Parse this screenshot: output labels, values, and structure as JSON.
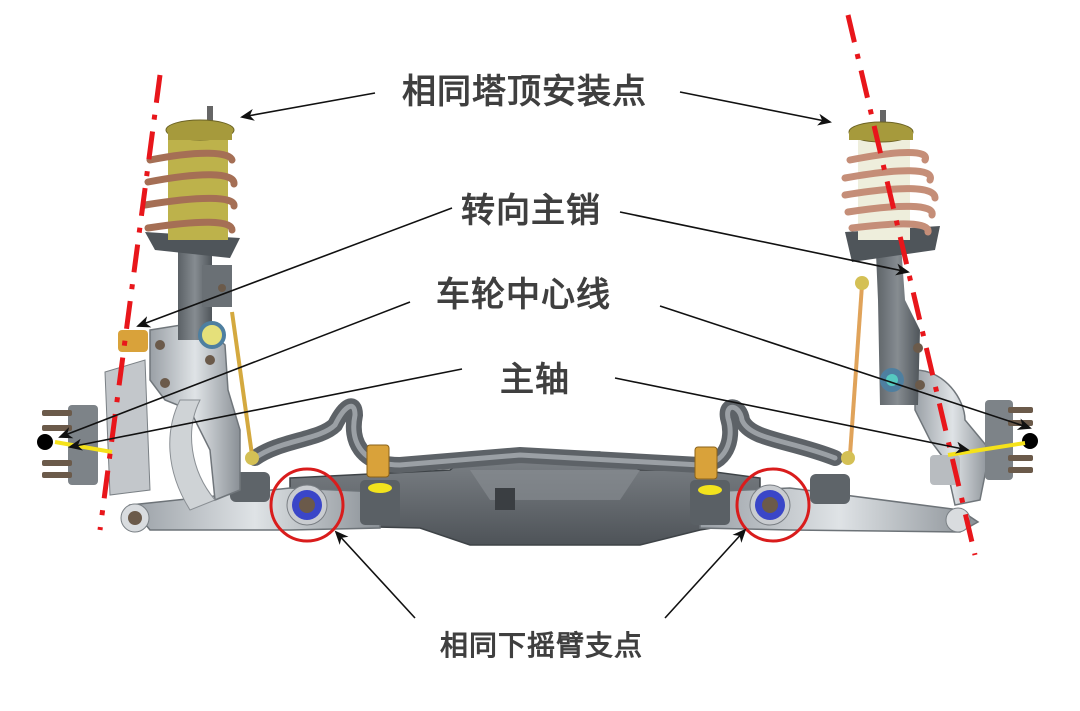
{
  "diagram": {
    "subject": "MacPherson strut front suspension",
    "labels": {
      "top_mount": "相同塔顶安装点",
      "kingpin": "转向主销",
      "wheel_centerline": "车轮中心线",
      "spindle": "主轴",
      "lower_arm_pivot": "相同下摇臂支点"
    },
    "colors": {
      "label_text": "#3f3f3f",
      "kingpin_axis": "#e8161b",
      "spindle_line": "#f5e21a",
      "pivot_circle": "#d91c1c",
      "leader_line": "#111111",
      "frame_gray": "#6b7075",
      "spring": "#b07a5e",
      "top_mount": "#a69a3c",
      "bushing": "#3a46c8"
    }
  }
}
